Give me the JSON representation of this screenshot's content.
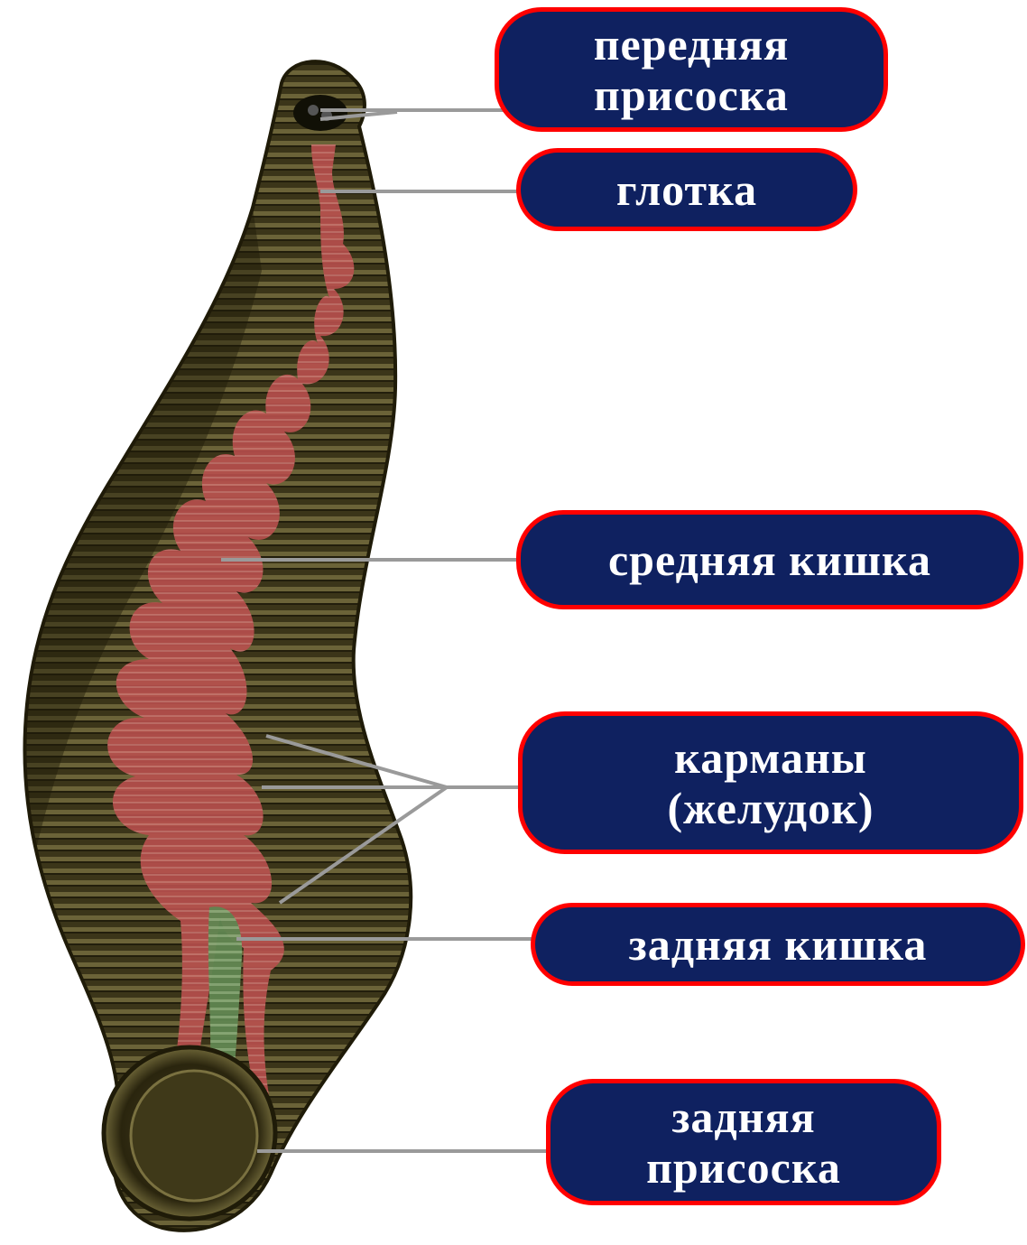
{
  "labels": {
    "anterior_sucker": "передняя\nприсоска",
    "pharynx": "глотка",
    "midgut": "средняя кишка",
    "pockets": "карманы\n(желудок)",
    "hindgut": "задняя кишка",
    "posterior_sucker": "задняя\nприсоска"
  },
  "colors": {
    "label_fill": "#0f2160",
    "label_border": "#ff0000",
    "label_text": "#ffffff",
    "body": "#3a3418",
    "gut": "#b8504e",
    "hindgut": "#6a8a5a",
    "leader_line": "#9a9a9a"
  }
}
